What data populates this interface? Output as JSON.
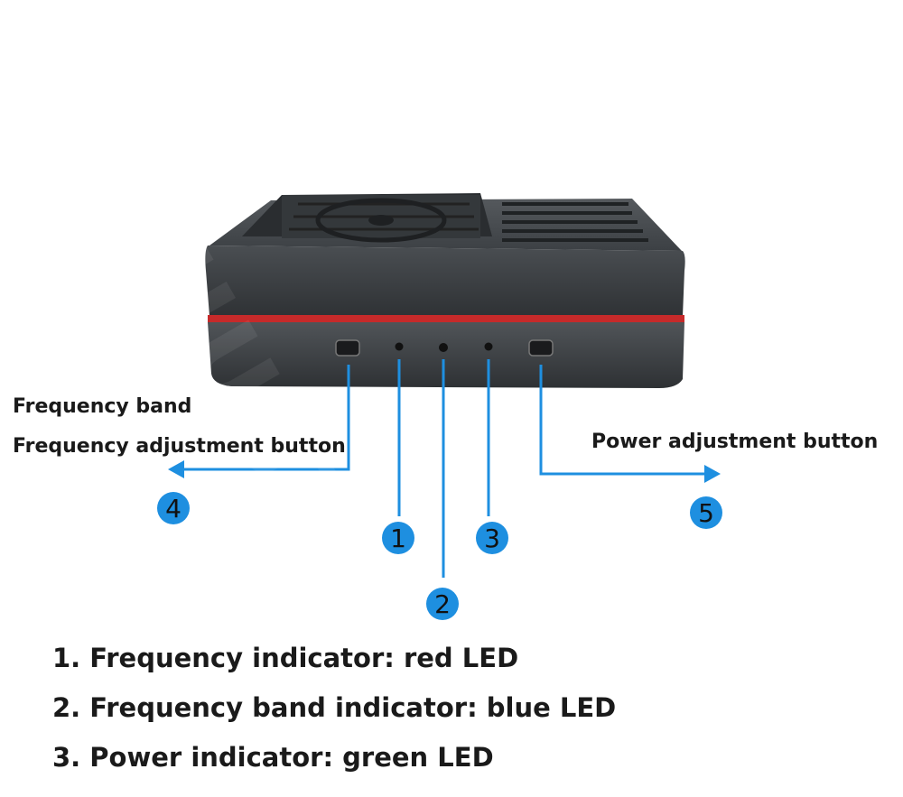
{
  "callouts": {
    "left_title": "Frequency band",
    "left_subtitle": "Frequency adjustment button",
    "right_title": "Power adjustment button"
  },
  "badges": [
    "1",
    "2",
    "3",
    "4",
    "5"
  ],
  "legend": [
    "1. Frequency indicator: red LED",
    "2. Frequency band indicator: blue LED",
    "3. Power indicator: green LED"
  ],
  "colors": {
    "accent": "#1e8fe0",
    "case": "#3e4246",
    "stripe": "#c62a2a"
  }
}
